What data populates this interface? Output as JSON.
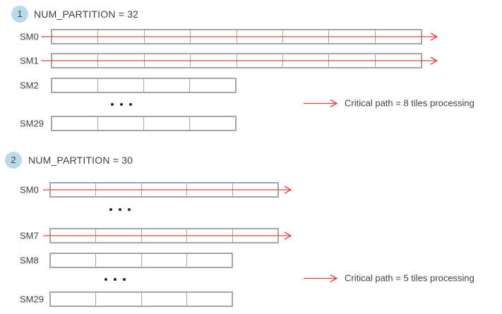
{
  "colors": {
    "arrow_red": "#e0433c",
    "bar_border": "#a6a6a6",
    "bar_fill": "#ffffff",
    "badge_fill": "#b9dbe7",
    "text": "#404040",
    "dots": "#262626"
  },
  "sections": [
    {
      "badge": "1",
      "title": "NUM_PARTITION = 32",
      "rows": [
        {
          "label": "SM0",
          "tiles": 8,
          "arrow": true
        },
        {
          "label": "SM1",
          "tiles": 8,
          "arrow": true
        },
        {
          "label": "SM2",
          "tiles": 4,
          "arrow": false
        },
        {
          "type": "dots"
        },
        {
          "label": "SM29",
          "tiles": 4,
          "arrow": false
        }
      ],
      "legend": "Critical path = 8 tiles processing"
    },
    {
      "badge": "2",
      "title": "NUM_PARTITION = 30",
      "rows": [
        {
          "label": "SM0",
          "tiles": 5,
          "arrow": true
        },
        {
          "type": "dots"
        },
        {
          "label": "SM7",
          "tiles": 5,
          "arrow": true
        },
        {
          "label": "SM8",
          "tiles": 4,
          "arrow": false
        },
        {
          "type": "dots"
        },
        {
          "label": "SM29",
          "tiles": 4,
          "arrow": false
        }
      ],
      "legend": "Critical path = 5 tiles processing"
    }
  ]
}
